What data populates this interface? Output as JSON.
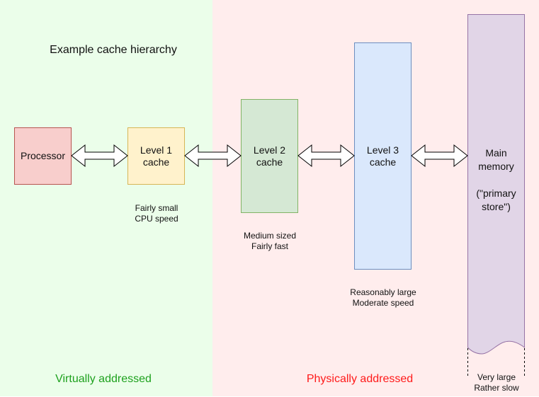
{
  "title": "Example cache hierarchy",
  "regions": {
    "virtual": {
      "label": "Virtually addressed",
      "color": "#1ea11e",
      "background": "#ebfeea"
    },
    "physical": {
      "label": "Physically addressed",
      "color": "#ff1a1a",
      "background": "#ffeded"
    }
  },
  "nodes": [
    {
      "id": "processor",
      "label": "Processor",
      "fill": "#f8cecc",
      "stroke": "#b85450"
    },
    {
      "id": "l1",
      "label": "Level 1\ncache",
      "fill": "#fff2cc",
      "stroke": "#d6b656",
      "caption": "Fairly small\nCPU speed"
    },
    {
      "id": "l2",
      "label": "Level 2\ncache",
      "fill": "#d5e8d4",
      "stroke": "#82b366",
      "caption": "Medium sized\nFairly fast"
    },
    {
      "id": "l3",
      "label": "Level 3\ncache",
      "fill": "#dae8fc",
      "stroke": "#6c8ebf",
      "caption": "Reasonably large\nModerate speed"
    },
    {
      "id": "main",
      "label": "Main\nmemory\n\n(\"primary\nstore\")",
      "fill": "#e1d5e7",
      "stroke": "#9673a6",
      "caption": "Very large\nRather slow"
    }
  ],
  "edges": [
    {
      "from": "processor",
      "to": "l1",
      "type": "bidirectional"
    },
    {
      "from": "l1",
      "to": "l2",
      "type": "bidirectional"
    },
    {
      "from": "l2",
      "to": "l3",
      "type": "bidirectional"
    },
    {
      "from": "l3",
      "to": "main",
      "type": "bidirectional"
    }
  ]
}
